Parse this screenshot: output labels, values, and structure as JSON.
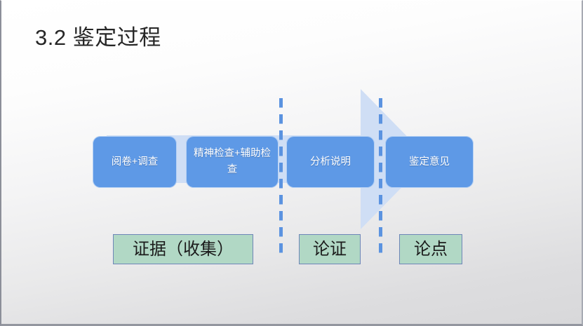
{
  "slide": {
    "title": "3.2 鉴定过程",
    "background_top_color": "#ffffff",
    "background_bottom_color": "#d8d8da",
    "border_color": "#93969f"
  },
  "process_arrow": {
    "name": "right-arrow-shape",
    "fill_color": "#cfdef5",
    "direction": "right"
  },
  "dividers": [
    {
      "id": "divider-1",
      "color": "#5b93e0",
      "style": "dashed-vertical"
    },
    {
      "id": "divider-2",
      "color": "#5b93e0",
      "style": "dashed-vertical"
    }
  ],
  "steps": [
    {
      "label": "阅卷+调查",
      "fill_color": "#5e99e6",
      "text_color": "#ffffff"
    },
    {
      "label": "精神检查+辅助检查",
      "fill_color": "#5e99e6",
      "text_color": "#ffffff"
    },
    {
      "label": "分析说明",
      "fill_color": "#5e99e6",
      "text_color": "#ffffff"
    },
    {
      "label": "鉴定意见",
      "fill_color": "#5e99e6",
      "text_color": "#ffffff"
    }
  ],
  "phase_labels": [
    {
      "label": "证据（收集）",
      "fill_color": "#b1d8c5",
      "border_color": "#6e86b8",
      "text_color": "#1b1b1b"
    },
    {
      "label": "论证",
      "fill_color": "#b1d8c5",
      "border_color": "#6e86b8",
      "text_color": "#1b1b1b"
    },
    {
      "label": "论点",
      "fill_color": "#b1d8c5",
      "border_color": "#6e86b8",
      "text_color": "#1b1b1b"
    }
  ]
}
